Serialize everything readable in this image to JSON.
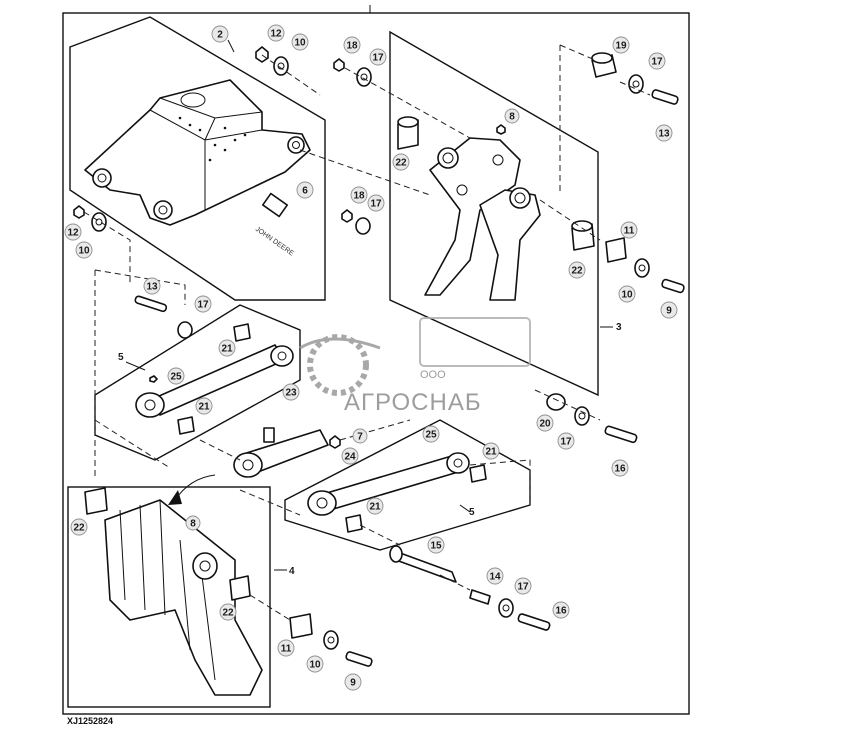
{
  "figure_id": "XJ1252824",
  "brand_marking": "JOHN DEERE",
  "watermark": {
    "company": "АГРОСНАБ",
    "prefix": "ООО"
  },
  "callouts": [
    {
      "id": "c2",
      "label": "2"
    },
    {
      "id": "c12a",
      "label": "12"
    },
    {
      "id": "c10a",
      "label": "10"
    },
    {
      "id": "c18a",
      "label": "18"
    },
    {
      "id": "c17a",
      "label": "17"
    },
    {
      "id": "c19",
      "label": "19"
    },
    {
      "id": "c17b",
      "label": "17"
    },
    {
      "id": "c8a",
      "label": "8"
    },
    {
      "id": "c13a",
      "label": "13"
    },
    {
      "id": "c22a",
      "label": "22"
    },
    {
      "id": "c6",
      "label": "6"
    },
    {
      "id": "c18b",
      "label": "18"
    },
    {
      "id": "c17c",
      "label": "17"
    },
    {
      "id": "c12b",
      "label": "12"
    },
    {
      "id": "c10b",
      "label": "10"
    },
    {
      "id": "c11a",
      "label": "11"
    },
    {
      "id": "c22b",
      "label": "22"
    },
    {
      "id": "c10c",
      "label": "10"
    },
    {
      "id": "c9a",
      "label": "9"
    },
    {
      "id": "c13b",
      "label": "13"
    },
    {
      "id": "c17d",
      "label": "17"
    },
    {
      "id": "c21a",
      "label": "21"
    },
    {
      "id": "c25a",
      "label": "25"
    },
    {
      "id": "c23",
      "label": "23"
    },
    {
      "id": "c21b",
      "label": "21"
    },
    {
      "id": "c20",
      "label": "20"
    },
    {
      "id": "c17e",
      "label": "17"
    },
    {
      "id": "c16a",
      "label": "16"
    },
    {
      "id": "c7",
      "label": "7"
    },
    {
      "id": "c25b",
      "label": "25"
    },
    {
      "id": "c24",
      "label": "24"
    },
    {
      "id": "c21c",
      "label": "21"
    },
    {
      "id": "c21d",
      "label": "21"
    },
    {
      "id": "c22c",
      "label": "22"
    },
    {
      "id": "c8b",
      "label": "8"
    },
    {
      "id": "c15",
      "label": "15"
    },
    {
      "id": "c22d",
      "label": "22"
    },
    {
      "id": "c14",
      "label": "14"
    },
    {
      "id": "c17f",
      "label": "17"
    },
    {
      "id": "c16b",
      "label": "16"
    },
    {
      "id": "c11b",
      "label": "11"
    },
    {
      "id": "c10d",
      "label": "10"
    },
    {
      "id": "c9b",
      "label": "9"
    }
  ],
  "plain_labels": [
    {
      "id": "l3",
      "label": "3"
    },
    {
      "id": "l5a",
      "label": "5"
    },
    {
      "id": "l5b",
      "label": "5"
    },
    {
      "id": "l4",
      "label": "4"
    }
  ]
}
